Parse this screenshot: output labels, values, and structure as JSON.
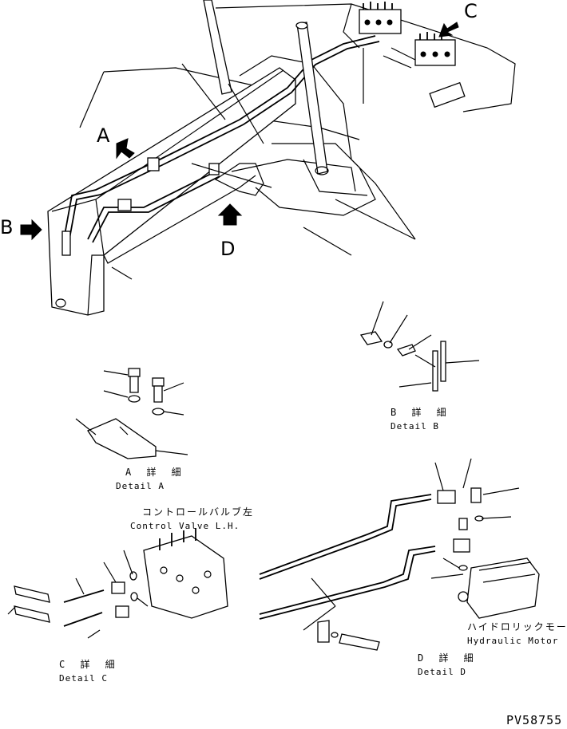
{
  "drawing": {
    "view_letters": {
      "a": "A",
      "b": "B",
      "c": "C",
      "d": "D"
    },
    "details": {
      "a": {
        "jp": "A 詳 細",
        "en": "Detail A"
      },
      "b": {
        "jp": "B 詳 細",
        "en": "Detail B"
      },
      "c": {
        "jp": "C 詳 細",
        "en": "Detail C"
      },
      "d": {
        "jp": "D 詳 細",
        "en": "Detail D"
      }
    },
    "callouts": {
      "control_valve": {
        "jp": "コントロールバルブ左",
        "en": "Control Valve L.H."
      },
      "hydraulic_motor": {
        "jp": "ハイドロリックモータ",
        "en": "Hydraulic Motor"
      }
    },
    "drawing_code": "PV58755"
  }
}
